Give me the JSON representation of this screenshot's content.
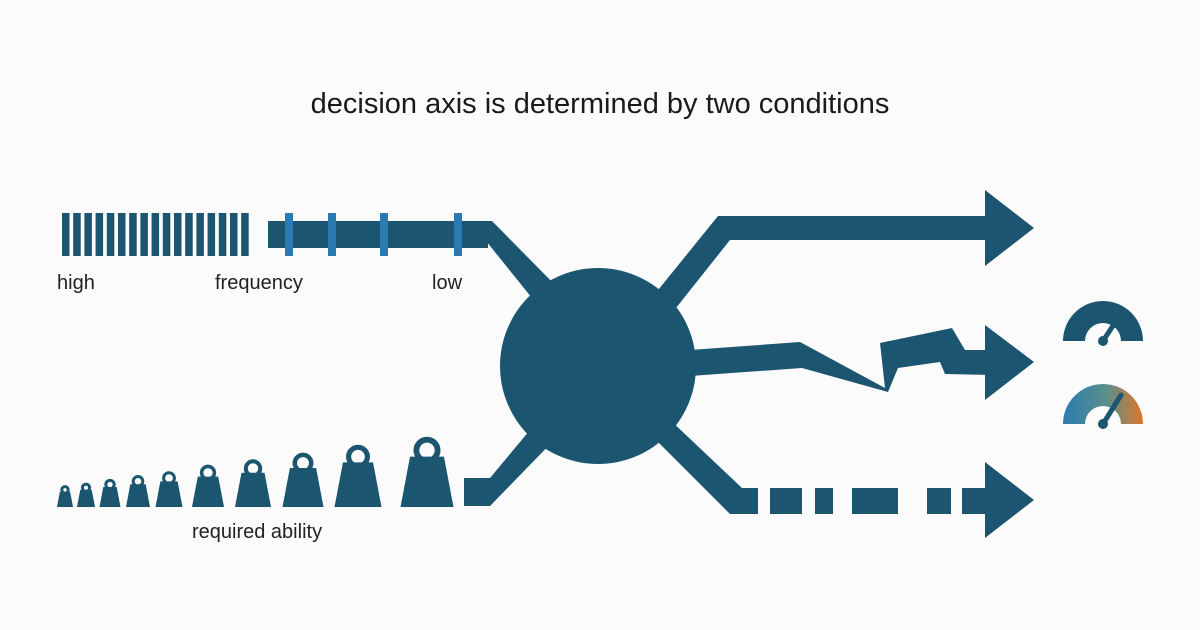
{
  "title": "decision axis is determined by two conditions",
  "frequency": {
    "left_label": "high",
    "center_label": "frequency",
    "right_label": "low"
  },
  "ability": {
    "label": "required ability"
  },
  "icons": {
    "frequency_bar": "frequency-gradient-bars",
    "weights": "weight-icons-increasing",
    "hub": "decision-hub-circle",
    "arrow_top": "straight-arrow",
    "arrow_middle": "jagged-arrow",
    "arrow_bottom": "dashed-arrow",
    "gauge_top": "gauge-icon-blue",
    "gauge_bottom": "gauge-icon-orange"
  },
  "colors": {
    "primary": "#1b5570",
    "accent_blue": "#2b7bb0",
    "gauge_orange": "#e0762a",
    "background": "#fbfbfb"
  }
}
